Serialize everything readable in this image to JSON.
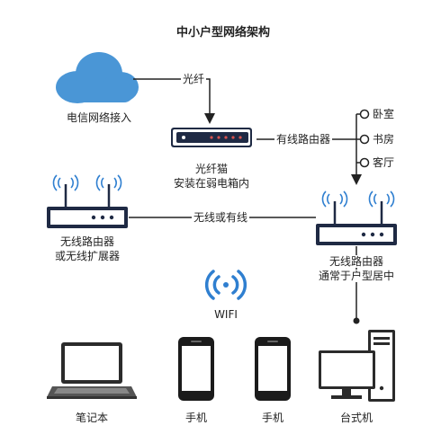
{
  "title": "中小户型网络架构",
  "labels": {
    "telecom_access": "电信网络接入",
    "fiber_short": "光纤",
    "wired_router": "有线路由器",
    "modem_name": "光纤猫",
    "modem_note": "安装在弱电箱内",
    "wireless_or_wired": "无线或有线",
    "left_router_line1": "无线路由器",
    "left_router_line2": "或无线扩展器",
    "main_router_line1": "无线路由器",
    "main_router_line2": "通常于户型居中",
    "wifi": "WIFI"
  },
  "rooms": [
    "卧室",
    "书房",
    "客厅"
  ],
  "devices": {
    "laptop": "笔记本",
    "phone1": "手机",
    "phone2": "手机",
    "desktop": "台式机"
  },
  "colors": {
    "cloud": "#4a96d6",
    "router_dark": "#1f2a44",
    "wifi_blue": "#2f7fd0",
    "modem_dot": "#d9534f"
  }
}
